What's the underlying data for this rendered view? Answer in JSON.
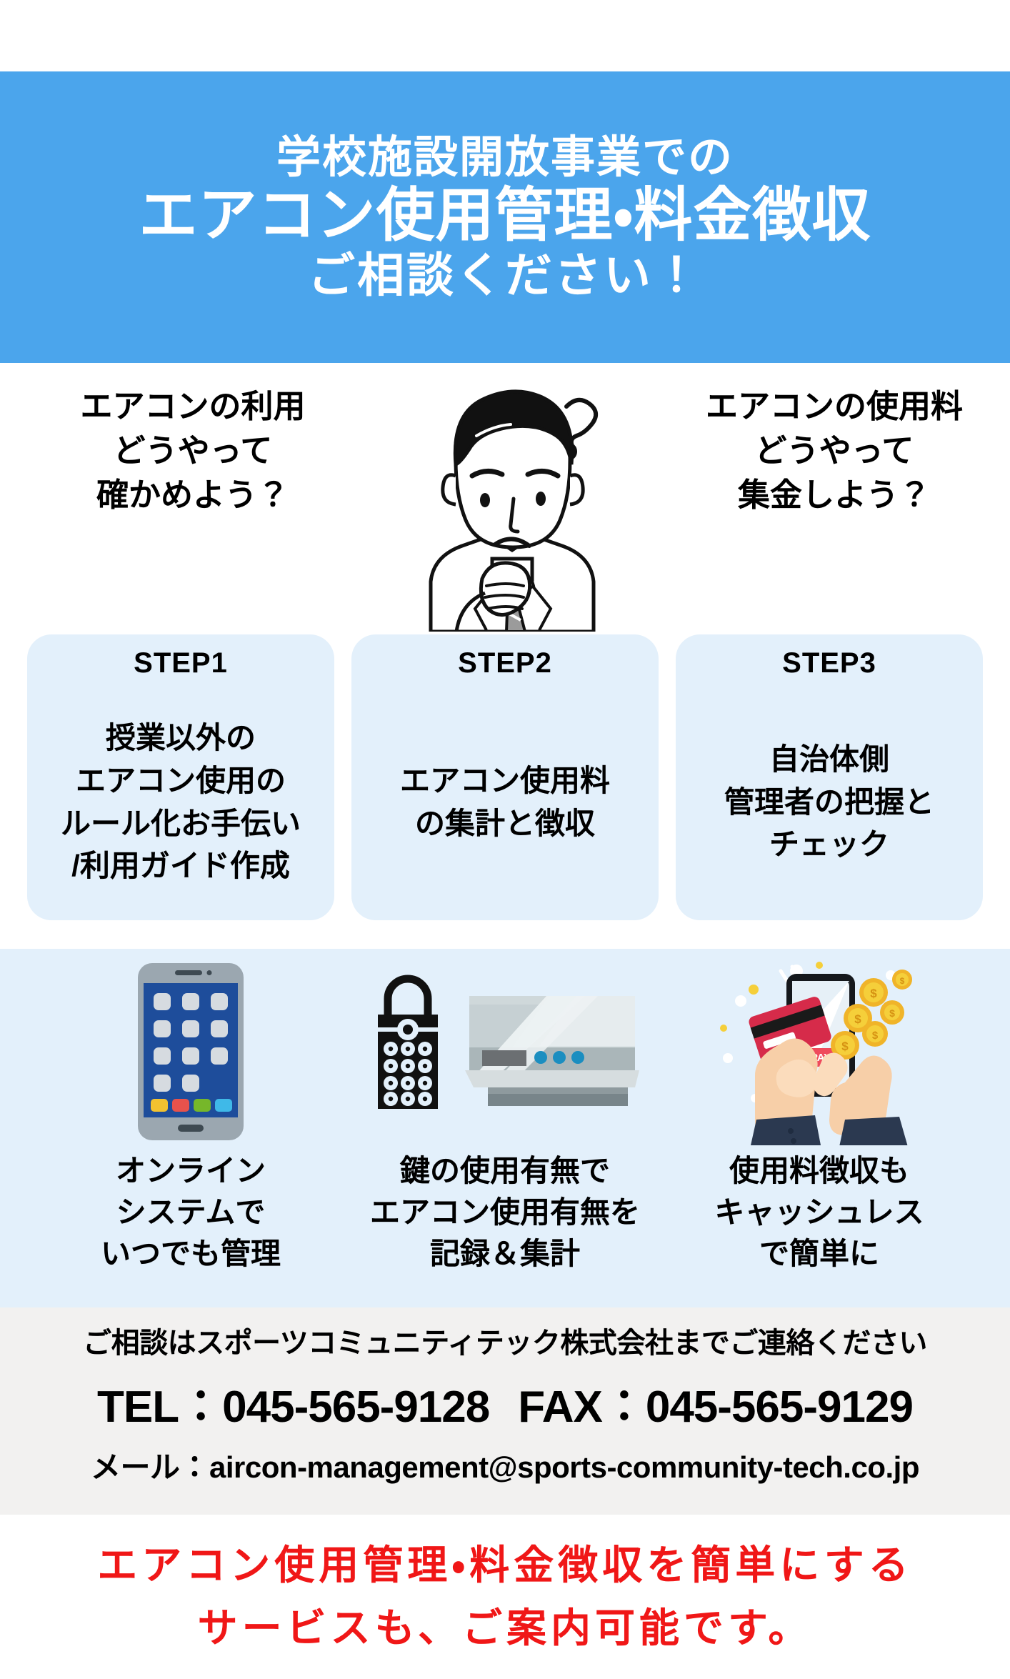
{
  "header": {
    "line1": "学校施設開放事業での",
    "line2": "エアコン使用管理・料金徴収",
    "line3": "ご相談ください！",
    "bg_color": "#4BA5EC",
    "text_color": "#FFFFFF"
  },
  "questions": {
    "left": {
      "line1": "エアコンの利用",
      "line2": "どうやって",
      "line3": "確かめよう？"
    },
    "right": {
      "line1": "エアコンの使用料",
      "line2": "どうやって",
      "line3": "集金しよう？"
    },
    "illustration": "worried-businessman-thinking-icon"
  },
  "steps": [
    {
      "title": "STEP1",
      "lines": [
        "授業以外の",
        "エアコン使用の",
        "ルール化お手伝い",
        "/利用ガイド作成"
      ]
    },
    {
      "title": "STEP2",
      "lines": [
        "エアコン使用料",
        "の集計と徴収"
      ]
    },
    {
      "title": "STEP3",
      "lines": [
        "自治体側",
        "管理者の把握と",
        "チェック"
      ]
    }
  ],
  "step_card_bg": "#E3F0FB",
  "features": [
    {
      "icon": "smartphone-icon",
      "lines": [
        "オンライン",
        "システムで",
        "いつでも管理"
      ]
    },
    {
      "icon": "keybox-aircon-icon",
      "lines": [
        "鍵の使用有無で",
        "エアコン使用有無を",
        "記録＆集計"
      ]
    },
    {
      "icon": "cashless-payment-icon",
      "lines": [
        "使用料徴収も",
        "キャッシュレス",
        "で簡単に"
      ]
    }
  ],
  "feature_band_bg": "#E3F0FB",
  "contact": {
    "lead": "ご相談はスポーツコミュニティテック株式会社までご連絡ください",
    "tel_label": "TEL：",
    "tel_value": "045-565-9128",
    "fax_label": "FAX：",
    "fax_value": "045-565-9129",
    "mail_label": "メール：",
    "mail_value": "aircon-management@sports-community-tech.co.jp",
    "bg_color": "#F2F1F0"
  },
  "footer": {
    "line1": "エアコン使用管理・料金徴収を簡単にする",
    "line2": "サービスも、ご案内可能です。",
    "color": "#F01717"
  }
}
